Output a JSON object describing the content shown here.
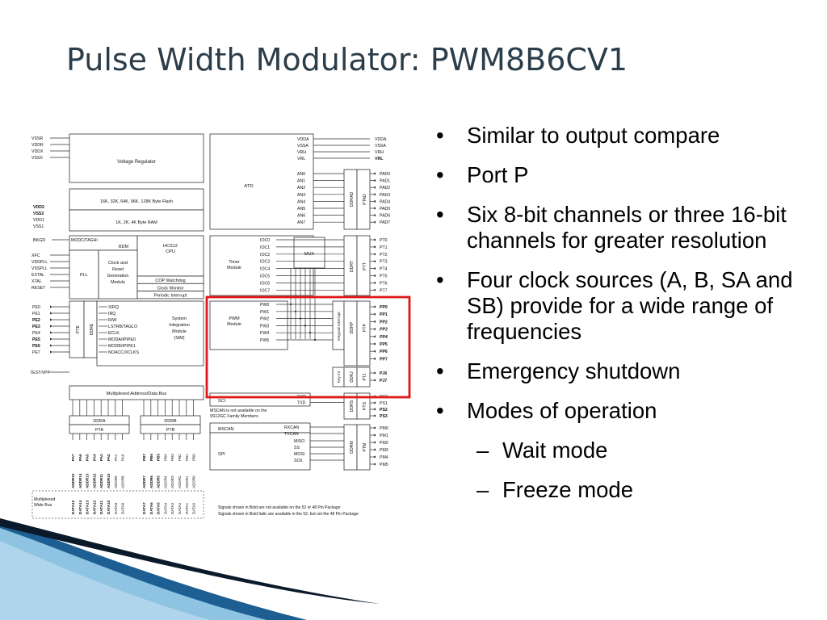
{
  "slide": {
    "title": "Pulse Width Modulator: PWM8B6CV1"
  },
  "bullets": [
    {
      "level": 1,
      "text": "Similar to output compare"
    },
    {
      "level": 1,
      "text": "Port P"
    },
    {
      "level": 1,
      "text": "Six 8-bit channels or three 16-bit channels for greater resolution"
    },
    {
      "level": 1,
      "text": "Four clock sources (A, B, SA and SB) provide for a wide range of frequencies"
    },
    {
      "level": 1,
      "text": "Emergency shutdown"
    },
    {
      "level": 1,
      "text": "Modes of operation"
    },
    {
      "level": 2,
      "text": "Wait mode"
    },
    {
      "level": 2,
      "text": "Freeze mode"
    }
  ],
  "markers": {
    "level1": "•",
    "level2": "–"
  },
  "figure": {
    "supply_left": [
      "VSSR",
      "VDDR",
      "VDDX",
      "VSSX"
    ],
    "supply_left2": [
      "VDD2",
      "VSS2",
      "VDD1",
      "VSS1"
    ],
    "voltage_regulator": "Voltage Regulator",
    "flash": "16K, 32K, 64K, 96K, 128K Byte Flash",
    "ram": "1K, 2K, 4K Byte RAM",
    "bkgd": "BKGD",
    "bdm_box": "MODC/TAGHI",
    "bdm": "BDM",
    "cpu": [
      "HCS12",
      "CPU"
    ],
    "clock_pins": [
      "XFC",
      "VDDPLL",
      "VSSPLL",
      "EXTAL",
      "XTAL",
      "RESET"
    ],
    "pll": "PLL",
    "clock_module": [
      "Clock and",
      "Reset",
      "Generation",
      "Module"
    ],
    "clock_funcs": [
      "COP Watchdog",
      "Clock Monitor",
      "Periodic Interrupt"
    ],
    "porte_pins": [
      "PE0",
      "PE1",
      "PE2",
      "PE3",
      "PE4",
      "PE5",
      "PE6",
      "PE7"
    ],
    "pte": "PTE",
    "ddre": "DDRE",
    "porte_funcs": [
      "XIRQ",
      "IRQ",
      "R/W",
      "LSTRB/TAGLO",
      "ECLK",
      "MODA/IPIPE0",
      "MODB/IPIPE1",
      "NOACC/XCLKS"
    ],
    "sim": [
      "System",
      "Integration",
      "Module",
      "(SIM)"
    ],
    "test_pin": "TEST/VPP",
    "bus": "Multiplexed Address/Data Bus",
    "ddra": "DDRA",
    "pta": "PTA",
    "ddrb": "DDRB",
    "ptb": "PTB",
    "addr_a": [
      "ADDR15",
      "ADDR14",
      "ADDR13",
      "ADDR12",
      "ADDR11",
      "ADDR10",
      "ADDR9",
      "ADDR8"
    ],
    "pa_pins": [
      "PA7",
      "PA6",
      "PA5",
      "PA4",
      "PA3",
      "PA2",
      "PA1",
      "PA0"
    ],
    "addr_b": [
      "ADDR7",
      "ADDR6",
      "ADDR5",
      "ADDR4",
      "ADDR3",
      "ADDR2",
      "ADDR1",
      "ADDR0"
    ],
    "pb_pins": [
      "PB7",
      "PB6",
      "PB5",
      "PB4",
      "PB3",
      "PB2",
      "PB1",
      "PB0"
    ],
    "data_a": [
      "DATA15",
      "DATA14",
      "DATA13",
      "DATA12",
      "DATA11",
      "DATA10",
      "DATA9",
      "DATA8"
    ],
    "data_b": [
      "DATA7",
      "DATA6",
      "DATA5",
      "DATA4",
      "DATA3",
      "DATA2",
      "DATA1",
      "DATA0"
    ],
    "mux_bus": [
      "Multiplexed",
      "Wide Bus"
    ],
    "atd_supply_in": [
      "VDDA",
      "VSSA",
      "VRH",
      "VRL"
    ],
    "atd_supply_out": [
      "VDDA",
      "VSSA",
      "VRH",
      "VRL"
    ],
    "atd": "ATD",
    "an": [
      "AN0",
      "AN1",
      "AN2",
      "AN3",
      "AN4",
      "AN5",
      "AN6",
      "AN7"
    ],
    "ddrad": "DDRAD",
    "ptad": "PTAD",
    "pad": [
      "PAD0",
      "PAD1",
      "PAD2",
      "PAD3",
      "PAD4",
      "PAD5",
      "PAD6",
      "PAD7"
    ],
    "timer": [
      "Timer",
      "Module"
    ],
    "ioc": [
      "IOC0",
      "IOC1",
      "IOC2",
      "IOC3",
      "IOC4",
      "IOC5",
      "IOC6",
      "IOC7"
    ],
    "mux": "MUX",
    "ddrt": "DDRT",
    "ptt": "PTT",
    "pt": [
      "PT0",
      "PT1",
      "PT2",
      "PT3",
      "PT4",
      "PT5",
      "PT6",
      "PT7"
    ],
    "pwm": [
      "PWM",
      "Module"
    ],
    "pw": [
      "PW0",
      "PW1",
      "PW2",
      "PW3",
      "PW4",
      "PW5"
    ],
    "keypad": "Keypad Interrupt",
    "keyint": "Key Int",
    "ddrp": "DDRP",
    "ptp": "PTP",
    "pp": [
      "PP0",
      "PP1",
      "PP2",
      "PP3",
      "PP4",
      "PP5",
      "PP6",
      "PP7"
    ],
    "ddrj": "DDRJ",
    "ptj": "PTJ",
    "pj": [
      "PJ6",
      "PJ7"
    ],
    "sci": "SCI",
    "sci_pins": [
      "RXD",
      "TXD"
    ],
    "ddrs": "DDRS",
    "pts": "PTS",
    "ps": [
      "PS0",
      "PS1",
      "PS2",
      "PS3"
    ],
    "mscan_note": [
      "MSCAN is not available on the",
      "9S12GC Family Members"
    ],
    "mscan": "MSCAN",
    "mscan_pins": [
      "RXCAN",
      "TXCAN"
    ],
    "spi": "SPI",
    "spi_pins": [
      "MISO",
      "SS",
      "MOSI",
      "SCK"
    ],
    "ddrm": "DDRM",
    "ptm": "PTM",
    "pm": [
      "PM0",
      "PM1",
      "PM2",
      "PM3",
      "PM4",
      "PM5"
    ],
    "note1": "Signals shown in Bold are not available on the 52 or 48 Pin Package",
    "note2": "Signals shown in Bold Italic are available in the 52, but not the 48 Pin Package"
  },
  "colors": {
    "title": "#2c3d4a",
    "highlight": "#e01818",
    "swoosh_dark": "#0b1a2a",
    "swoosh_blue": "#1d5f93",
    "swoosh_light": "#8ec4e2"
  }
}
